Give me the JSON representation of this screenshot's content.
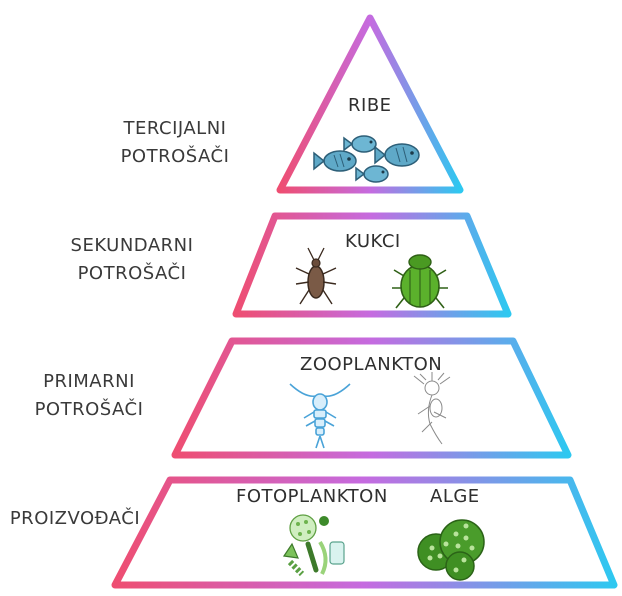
{
  "gradient": {
    "start": "#ee4e72",
    "mid": "#c56be0",
    "end": "#2ec8f0"
  },
  "levels": [
    {
      "label": "TERCIJALNI\nPOTROŠAČI",
      "items": [
        "RIBE"
      ]
    },
    {
      "label": "SEKUNDARNI\nPOTROŠAČI",
      "items": [
        "KUKCI"
      ]
    },
    {
      "label": "PRIMARNI\nPOTROŠAČI",
      "items": [
        "ZOOPLANKTON"
      ]
    },
    {
      "label": "PROIZVOĐAČI",
      "items": [
        "FOTOPLANKTON",
        "ALGE"
      ]
    }
  ],
  "icons": {
    "fish": "fish-icon",
    "bug": "shield-bug-icon",
    "beetle": "green-beetle-icon",
    "copepod": "copepod-icon",
    "rotifer": "zooplankton-sketch-icon",
    "phyto": "phytoplankton-cluster-icon",
    "algae": "green-algae-colony-icon"
  }
}
